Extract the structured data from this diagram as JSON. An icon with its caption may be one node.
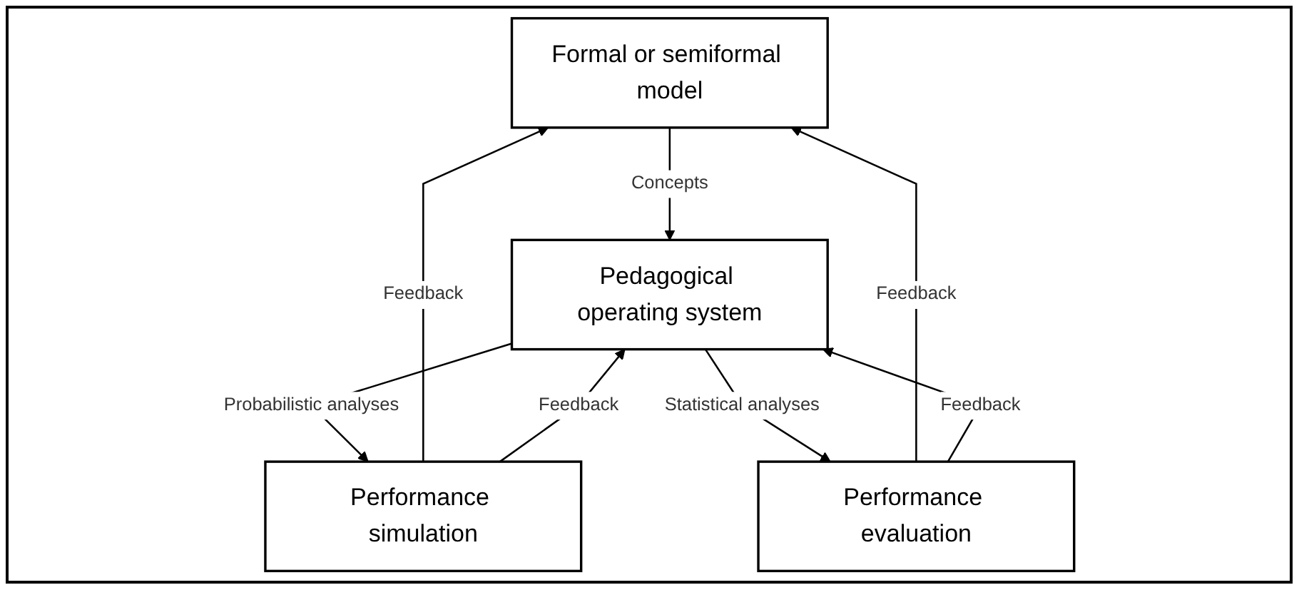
{
  "diagram": {
    "nodes": [
      {
        "text": [
          "Formal or semiformal model"
        ]
      },
      {
        "text": [
          "Performance simulation"
        ]
      },
      {
        "text": [
          "Pedagogical operating system"
        ]
      },
      {
        "text": [
          "Performance evaluation"
        ]
      }
    ],
    "edges": [
      {
        "from": 1,
        "to": 0,
        "arrow": "to",
        "label": "Feedback"
      },
      {
        "from": 0,
        "to": 2,
        "arrow": "to",
        "label": "Concepts"
      },
      {
        "from": 3,
        "to": 0,
        "arrow": "to",
        "label": "Feedback"
      },
      {
        "from": 2,
        "to": 1,
        "arrow": "to",
        "label": "Probabilistic analyses"
      },
      {
        "from": 1,
        "to": 2,
        "arrow": "to",
        "label": "Feedback"
      },
      {
        "from": 2,
        "to": 3,
        "arrow": "to",
        "label": "Statistical analyses"
      },
      {
        "from": 3,
        "to": 2,
        "arrow": "to",
        "label": "Feedback"
      }
    ]
  }
}
